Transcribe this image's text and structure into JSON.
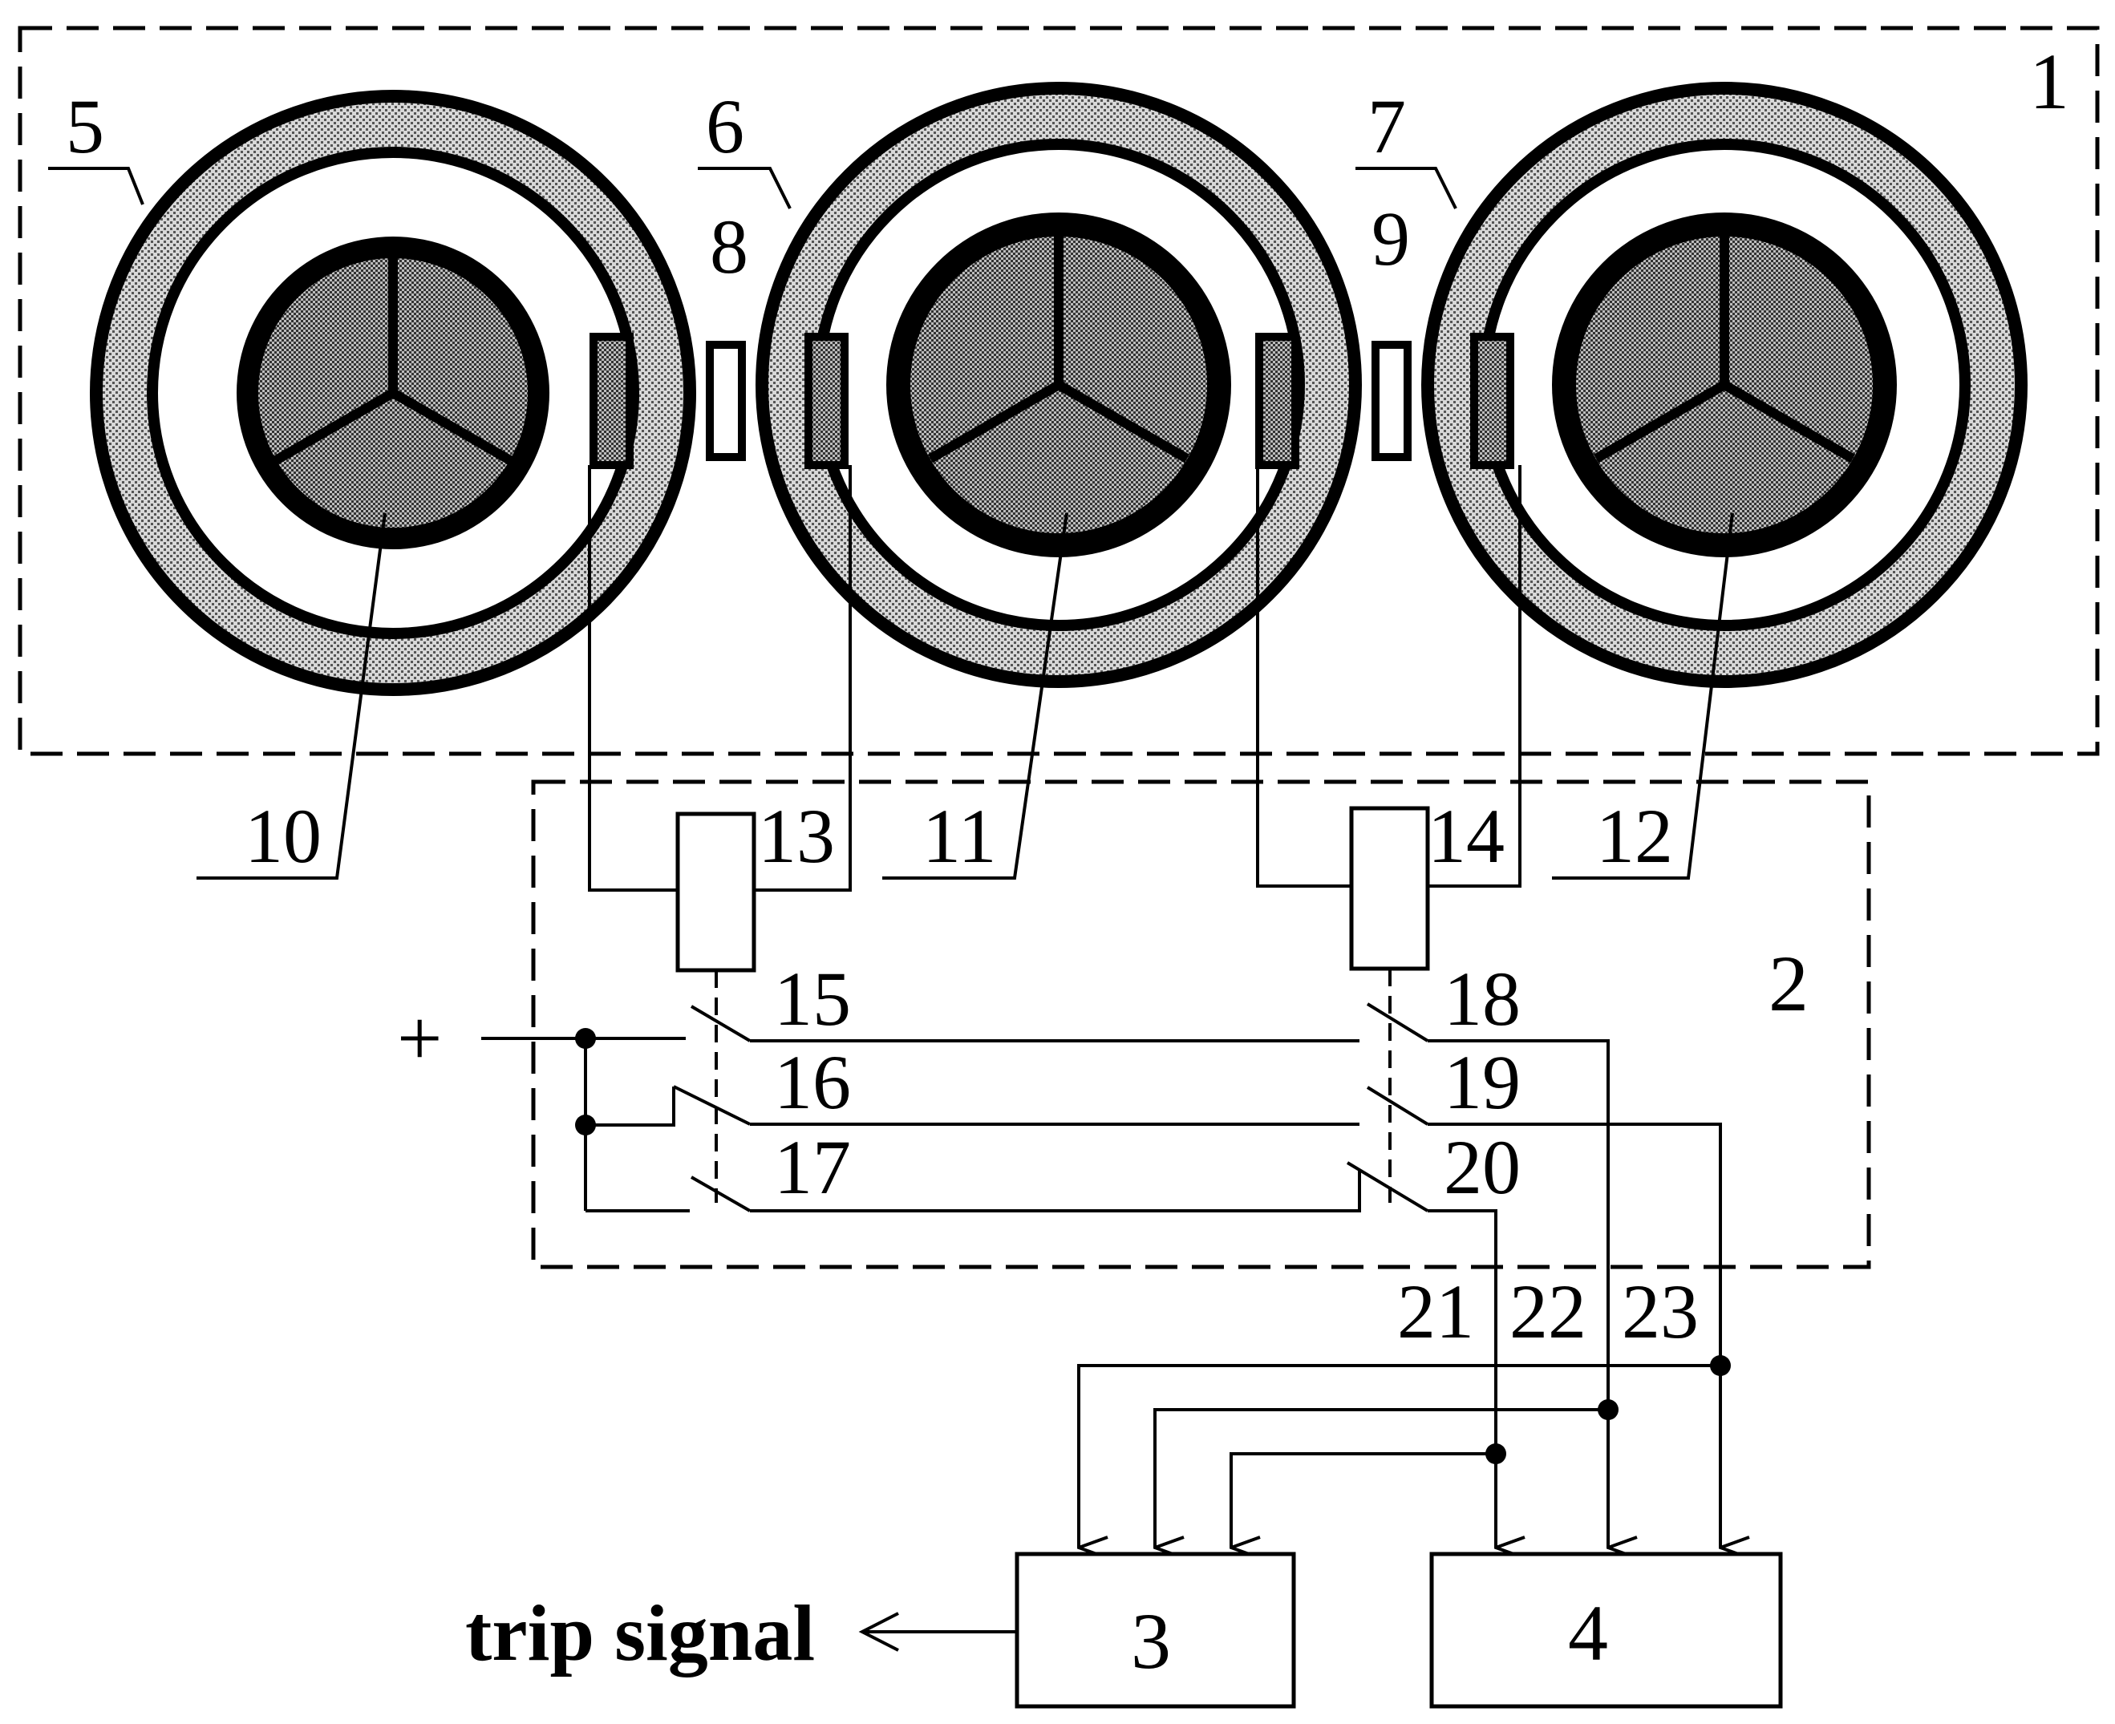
{
  "labels": {
    "enclosure_1": "1",
    "relay_box_2": "2",
    "block_3": "3",
    "block_4": "4",
    "plus_sign": "+",
    "trip_signal": "trip signal",
    "cables": [
      "5",
      "6",
      "7"
    ],
    "sensors": [
      "8",
      "9"
    ],
    "conductors": [
      "10",
      "11",
      "12"
    ],
    "relays": [
      "13",
      "14"
    ],
    "relay13_contacts": [
      "15",
      "16",
      "17"
    ],
    "relay14_contacts": [
      "18",
      "19",
      "20"
    ],
    "outputs": [
      "21",
      "22",
      "23"
    ]
  },
  "colors": {
    "line": "#000000",
    "background": "#ffffff",
    "shading": "#9a9a9a"
  }
}
